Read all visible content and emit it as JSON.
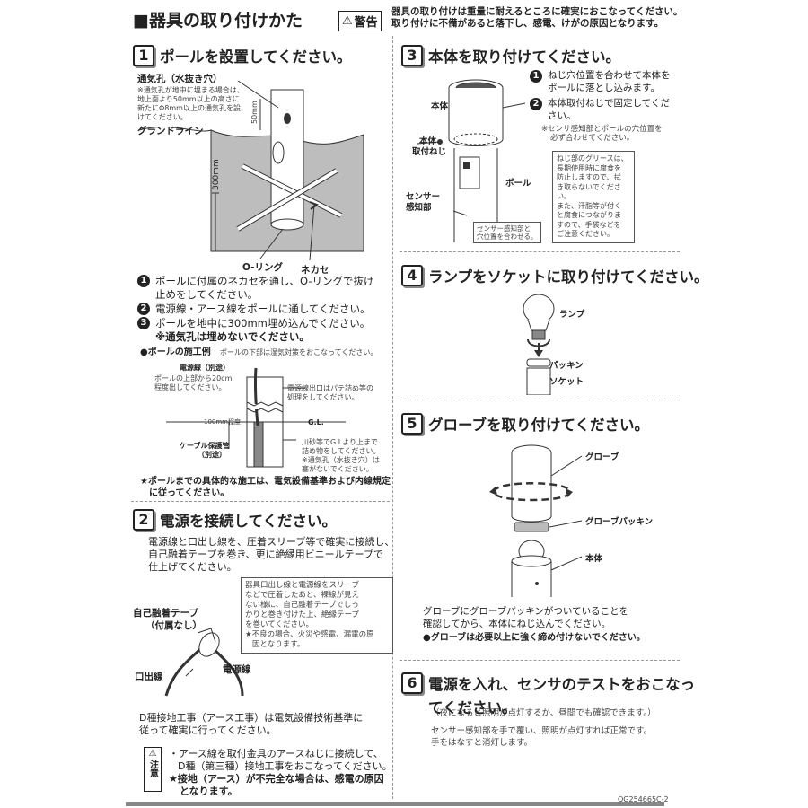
{
  "header": {
    "title": "■器具の取り付けかた",
    "warning_label": "警告",
    "warning_text1": "器具の取り付けは重量に耐えるところに確実におこなってください。",
    "warning_text2": "取り付けに不備があると落下し、感電、けがの原因となります。"
  },
  "step1": {
    "num": "1",
    "title": "ポールを設置してください。",
    "vent_label": "通気孔（水抜き穴）",
    "vent_note1": "※通気孔が地中に埋まる場合は、",
    "vent_note2": "地上面より50mm以上の高さに",
    "vent_note3": "新たにΦ8mm以上の通気孔を設",
    "vent_note4": "けてください。",
    "dim50": "50mm",
    "ground": "グランドライン",
    "dim300": "300mm",
    "oring": "O-リング",
    "nekase": "ネカセ",
    "items": [
      "ポールに付属のネカセを通し、O-リングで抜け",
      "止めをしてください。",
      "電源線・アース線をポールに通してください。",
      "ポールを地中に300mm埋め込んでください。",
      "※通気孔は埋めないでください。"
    ],
    "example_title": "●ポールの施工例",
    "example_note": "ポールの下部は湿気対策をおこなってください。",
    "power_line": "電源線（別途）",
    "power_note1": "ポールの上部から20cm",
    "power_note2": "程度出してください。",
    "putty1": "電源線出口はパテ詰め等の",
    "putty2": "処理をしてください。",
    "depth": "100mm程度",
    "gl": "G.L.",
    "cable1": "ケーブル保護管",
    "cable2": "（別途）",
    "sand1": "川砂等でG.Lより上まで",
    "sand2": "詰め物をしてください。",
    "sand3": "※通気孔（水抜き穴）は",
    "sand4": "塞がないでください。",
    "footnote1": "★ポールまでの具体的な施工は、電気設備基準および内線規定",
    "footnote2": "に従ってください。"
  },
  "step2": {
    "num": "2",
    "title": "電源を接続してください。",
    "text1": "電源線と口出し線を、圧着スリーブ等で確実に接続し、",
    "text2": "自己融着テープを巻き、更に絶縁用ビニールテープで",
    "text3": "仕上げてください。",
    "callout1": "器具口出し線と電源線をスリーブ",
    "callout2": "などで圧着したあと、裸線が見え",
    "callout3": "ない様に、自己融着テープでしっ",
    "callout4": "かりと巻き付けた上、絶縁テープ",
    "callout5": "を巻いてください。",
    "callout6": "★不良の場合、火災や感電、漏電の原",
    "callout7": "因となります。",
    "tape1": "自己融着テープ",
    "tape2": "（付属なし）",
    "lead": "口出線",
    "power": "電源線",
    "earth1": "D種接地工事（アース工事）は電気設備技術基準に",
    "earth2": "従って確実に行ってください。",
    "caution_label": "注意",
    "caution1": "・アース線を取付金具のアースねじに接続して、",
    "caution2": "D種（第三種）接地工事をおこなってください。",
    "caution3": "★接地（アース）が不完全な場合は、感電の原因",
    "caution4": "となります。"
  },
  "step3": {
    "num": "3",
    "title": "本体を取り付けてください。",
    "body": "本体",
    "screw1": "本体",
    "screw2": "取付ねじ",
    "sensor1": "センサー",
    "sensor2": "感知部",
    "pole": "ポール",
    "sensor_hint1": "センサー感知部と",
    "sensor_hint2": "穴位置を合わせる。",
    "item1a": "ねじ穴位置を合わせて本体を",
    "item1b": "ポールに落とし込みます。",
    "item2a": "本体取付ねじで固定してくだ",
    "item2b": "さい。",
    "note1": "※センサ感知部とポールの穴位置を",
    "note2": "必ず合わせてください。",
    "grease1": "ねじ部のグリースは、",
    "grease2": "長期使用時に腐食を",
    "grease3": "防止しますので、拭",
    "grease4": "き取らないでくださ",
    "grease5": "い。",
    "grease6": "また、汗脂等が付く",
    "grease7": "と腐食につながりま",
    "grease8": "すので、手袋などを",
    "grease9": "ご注意ください。"
  },
  "step4": {
    "num": "4",
    "title": "ランプをソケットに取り付けてください。",
    "lamp": "ランプ",
    "packing": "パッキン",
    "socket": "ソケット"
  },
  "step5": {
    "num": "5",
    "title": "グローブを取り付けてください。",
    "globe": "グローブ",
    "globe_packing": "グローブパッキン",
    "body": "本体",
    "text1": "グローブにグローブパッキンがついていることを",
    "text2": "確認してから、本体にねじ込んでください。",
    "warn": "●グローブは必要以上に強く締め付けないでください。"
  },
  "step6": {
    "num": "6",
    "title1": "電源を入れ、センサのテストをおこなっ",
    "title2": "てください。",
    "sub": "（夜になると照明が点灯するか、昼間でも確認できます。）",
    "text1": "センサー感知部を手で覆い、照明が点灯すれば正常です。",
    "text2": "手をはなすと消灯します。"
  },
  "footer": {
    "code": "OG254665C-2"
  }
}
